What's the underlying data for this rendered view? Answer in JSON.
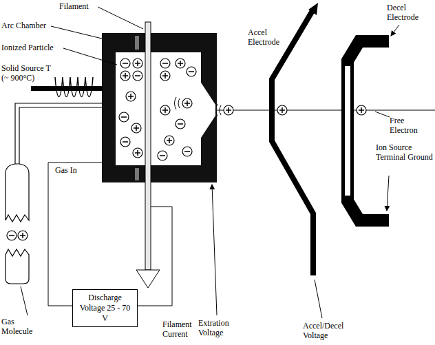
{
  "diagram": {
    "nodes": [
      {
        "text": [
          "Discharge Voltage 25 - 70 V"
        ]
      }
    ],
    "labels": [
      "Filament",
      "Arc Chamber",
      "Ionized Particle",
      "Solid Source T (~ 900°C)",
      "Gas In",
      "Gas Molecule",
      "Filament Current",
      "Extration Voltage",
      "Accel Electrode",
      "Decel Electrode",
      "Accel/Decel Voltage",
      "Free Electron",
      "Ion Source Terminal Ground"
    ]
  }
}
